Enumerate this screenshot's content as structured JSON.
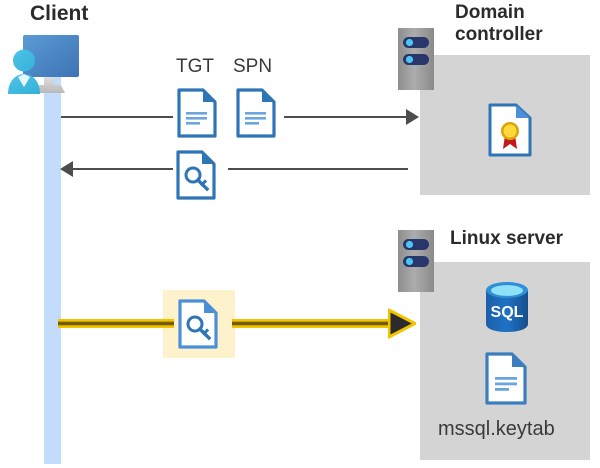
{
  "diagram": {
    "title_client": "Client",
    "title_domain_controller": "Domain\ncontroller",
    "title_linux_server": "Linux server",
    "labels": {
      "tgt": "TGT",
      "spn": "SPN",
      "keytab_file": "mssql.keytab"
    },
    "icons": {
      "client": "client-computer-user-icon",
      "server_rack": "server-rack-icon",
      "tgt_document": "document-icon",
      "spn_document": "document-icon",
      "key_document": "key-document-icon",
      "certificate": "certificate-document-icon",
      "sql_database": "sql-database-icon",
      "keytab_document": "document-icon",
      "arrow_right": "arrow-right-icon",
      "arrow_left": "arrow-left-icon",
      "arrow_right_highlight": "yellow-arrow-right-icon"
    },
    "colors": {
      "panel_gray": "#d4d4d4",
      "lifeline_blue": "#c3dcfb",
      "doc_blue": "#3a7ebf",
      "doc_blue_dark": "#2e6da4",
      "arrow_gray": "#4d4d4d",
      "highlight_yellow": "#fdf2cb",
      "flow_yellow": "#f2c400",
      "sql_blue": "#1c63b0",
      "sql_top_cyan": "#41c3f0",
      "cert_gold": "#f5cc12",
      "cert_red": "#d01b1b",
      "rack_gray": "#9c9c9c",
      "rack_navy": "#27376b",
      "title_text": "#2b2b2b",
      "label_text": "#3a3a3a"
    }
  }
}
